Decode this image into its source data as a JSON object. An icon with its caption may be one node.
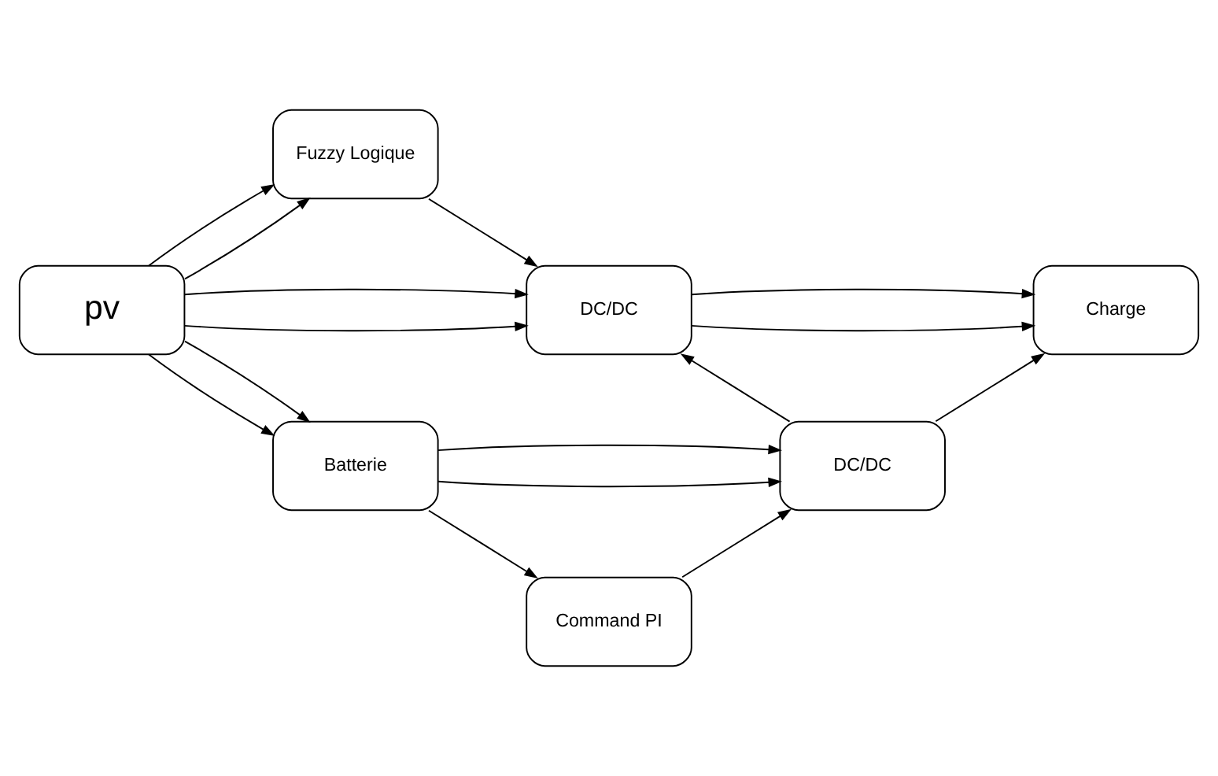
{
  "diagram": {
    "nodes": [
      {
        "text": [
          "Fuzzy Logique"
        ]
      },
      {
        "text": [
          "pv"
        ]
      },
      {
        "text": [
          "DC/DC"
        ]
      },
      {
        "text": [
          "Charge"
        ]
      },
      {
        "text": [
          "Batterie"
        ]
      },
      {
        "text": [
          "DC/DC"
        ]
      },
      {
        "text": [
          "Command PI"
        ]
      }
    ],
    "edges": [
      {
        "from": 1,
        "to": 2,
        "arrow": "to"
      },
      {
        "from": 1,
        "to": 2,
        "arrow": "to"
      },
      {
        "from": 1,
        "to": 0,
        "arrow": "to"
      },
      {
        "from": 1,
        "to": 0,
        "arrow": "to"
      },
      {
        "from": 1,
        "to": 4,
        "arrow": "to"
      },
      {
        "from": 1,
        "to": 4,
        "arrow": "to"
      },
      {
        "from": 0,
        "to": 2,
        "arrow": "to"
      },
      {
        "from": 2,
        "to": 3,
        "arrow": "to"
      },
      {
        "from": 2,
        "to": 3,
        "arrow": "to"
      },
      {
        "from": 4,
        "to": 5,
        "arrow": "to"
      },
      {
        "from": 4,
        "to": 5,
        "arrow": "to"
      },
      {
        "from": 5,
        "to": 2,
        "arrow": "to"
      },
      {
        "from": 5,
        "to": 3,
        "arrow": "to"
      },
      {
        "from": 4,
        "to": 6,
        "arrow": "to"
      },
      {
        "from": 6,
        "to": 5,
        "arrow": "to"
      }
    ]
  }
}
